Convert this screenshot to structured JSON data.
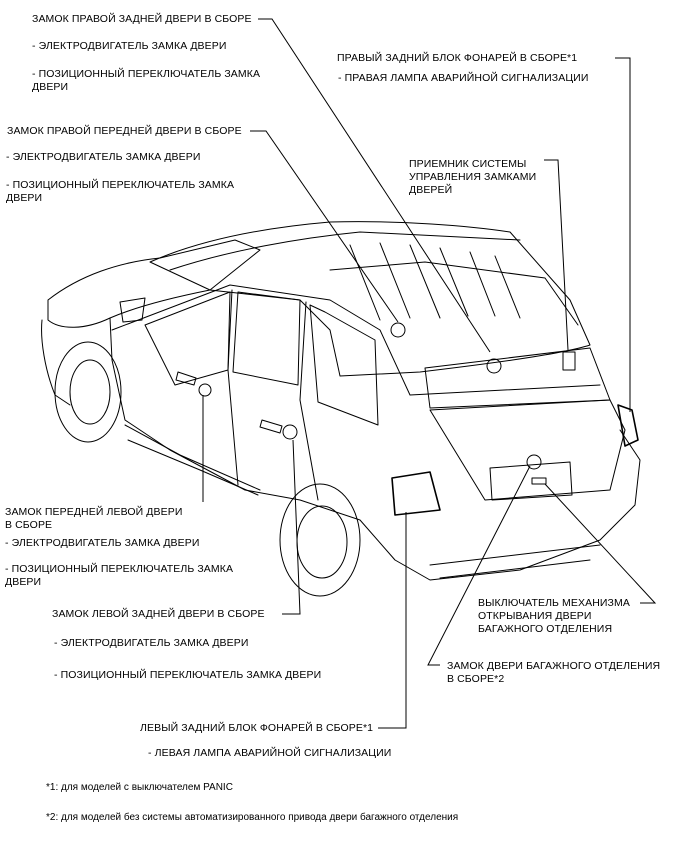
{
  "labels": {
    "rr_door_lock": "ЗАМОК ПРАВОЙ ЗАДНЕЙ ДВЕРИ В СБОРЕ",
    "rr_motor": "- ЭЛЕКТРОДВИГАТЕЛЬ ЗАМКА ДВЕРИ",
    "rr_switch_1": "- ПОЗИЦИОННЫЙ ПЕРЕКЛЮЧАТЕЛЬ ЗАМКА",
    "rr_switch_2": "ДВЕРИ",
    "rf_door_lock": "ЗАМОК ПРАВОЙ ПЕРЕДНЕЙ ДВЕРИ В СБОРЕ",
    "rf_motor": "- ЭЛЕКТРОДВИГАТЕЛЬ ЗАМКА ДВЕРИ",
    "rf_switch_1": "- ПОЗИЦИОННЫЙ ПЕРЕКЛЮЧАТЕЛЬ ЗАМКА",
    "rf_switch_2": "ДВЕРИ",
    "r_tail_lamp": "ПРАВЫЙ ЗАДНИЙ БЛОК ФОНАРЕЙ В СБОРЕ*1",
    "r_hazard": "- ПРАВАЯ ЛАМПА АВАРИЙНОЙ СИГНАЛИЗАЦИИ",
    "receiver_1": "ПРИЕМНИК СИСТЕМЫ",
    "receiver_2": "УПРАВЛЕНИЯ ЗАМКАМИ",
    "receiver_3": "ДВЕРЕЙ",
    "lf_door_lock_1": "ЗАМОК ПЕРЕДНЕЙ ЛЕВОЙ ДВЕРИ",
    "lf_door_lock_2": "В СБОРЕ",
    "lf_motor": "- ЭЛЕКТРОДВИГАТЕЛЬ ЗАМКА ДВЕРИ",
    "lf_switch_1": "- ПОЗИЦИОННЫЙ ПЕРЕКЛЮЧАТЕЛЬ ЗАМКА",
    "lf_switch_2": "ДВЕРИ",
    "lr_door_lock": "ЗАМОК ЛЕВОЙ ЗАДНЕЙ ДВЕРИ В СБОРЕ",
    "lr_motor": "- ЭЛЕКТРОДВИГАТЕЛЬ ЗАМКА ДВЕРИ",
    "lr_switch": "- ПОЗИЦИОННЫЙ ПЕРЕКЛЮЧАТЕЛЬ ЗАМКА ДВЕРИ",
    "bd_opener_1": "ВЫКЛЮЧАТЕЛЬ МЕХАНИЗМА",
    "bd_opener_2": "ОТКРЫВАНИЯ ДВЕРИ",
    "bd_opener_3": "БАГАЖНОГО ОТДЕЛЕНИЯ",
    "bd_lock_1": "ЗАМОК ДВЕРИ БАГАЖНОГО ОТДЕЛЕНИЯ",
    "bd_lock_2": "В СБОРЕ*2",
    "l_tail_lamp": "ЛЕВЫЙ ЗАДНИЙ БЛОК ФОНАРЕЙ В СБОРЕ*1",
    "l_hazard": "- ЛЕВАЯ ЛАМПА АВАРИЙНОЙ СИГНАЛИЗАЦИИ"
  },
  "notes": {
    "note1": "*1: для моделей с выключателем PANIC",
    "note2": "*2: для моделей без системы автоматизированного привода двери багажного отделения"
  },
  "colors": {
    "line": "#000000",
    "background": "#ffffff"
  }
}
